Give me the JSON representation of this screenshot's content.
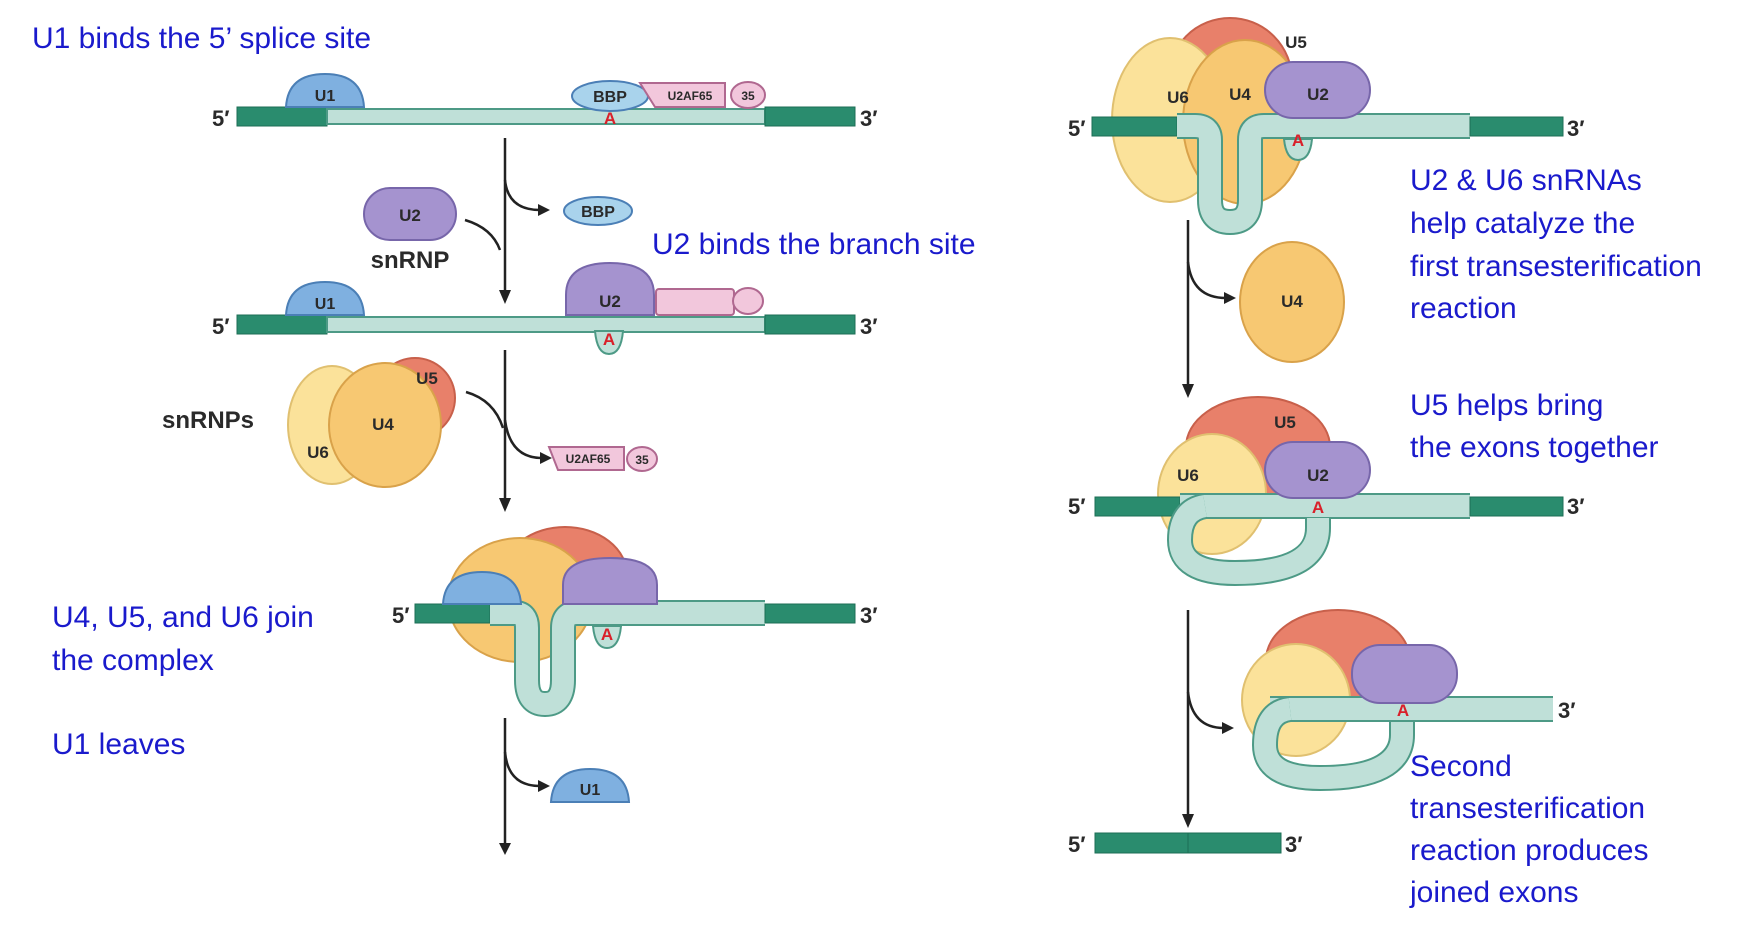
{
  "captions": {
    "u1_binds": "U1 binds the 5’ splice site",
    "u2_binds": "U2 binds the branch site",
    "join_line1": "U4, U5, and U6 join",
    "join_line2": "the complex",
    "u1_leaves": "U1 leaves",
    "catalyze_line1": "U2 & U6 snRNAs",
    "catalyze_line2": "help catalyze the",
    "catalyze_line3": "first transesterification",
    "catalyze_line4": "reaction",
    "u5_line1": "U5 helps bring",
    "u5_line2": "the exons together",
    "second_line1": "Second",
    "second_line2": "transesterification",
    "second_line3": "reaction produces",
    "second_line4": "joined exons"
  },
  "labels": {
    "five_prime": "5′",
    "three_prime": "3′",
    "branch_a": "A",
    "u1": "U1",
    "u2": "U2",
    "u4": "U4",
    "u5": "U5",
    "u6": "U6",
    "bbp": "BBP",
    "u2af65": "U2AF65",
    "u2af35": "35",
    "snrnp": "snRNP",
    "snrnps": "snRNPs"
  }
}
